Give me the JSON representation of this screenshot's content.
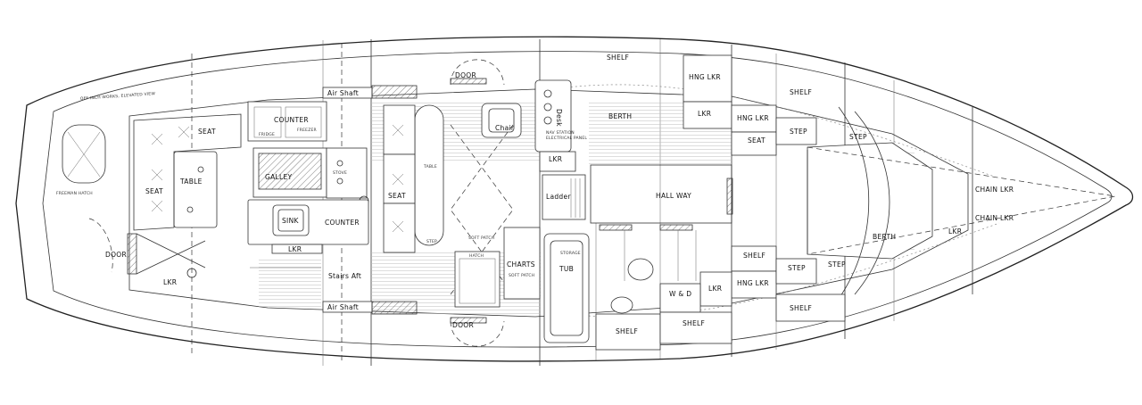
{
  "labels": {
    "door_fwd": "DOOR",
    "door_aft": "DOOR",
    "door_port": "DOOR",
    "shelf_top": "SHELF",
    "hng_lkr_1": "HNG LKR",
    "shelf_2": "SHELF",
    "air_shaft_top": "Air Shaft",
    "air_shaft_bottom": "Air Shaft",
    "counter_top": "COUNTER",
    "berth_top": "BERTH",
    "lkr_1": "LKR",
    "hng_lkr_2": "HNG LKR",
    "seat_1": "SEAT",
    "step_1": "STEP",
    "step_2": "STEP",
    "chair": "Chair",
    "seat_dinette": "SEAT",
    "table": "TABLE",
    "galley": "GALLEY",
    "seat_left": "SEAT",
    "sink": "SINK",
    "counter_2": "COUNTER",
    "seat_nav": "SEAT",
    "lkr_nav": "LKR",
    "ladder": "Ladder",
    "hall_way": "HALL WAY",
    "chain_lkr_1": "CHAIN LKR",
    "chain_lkr_2": "CHAIN LKR",
    "lkr_galley": "LKR",
    "lkr_fwd": "LKR",
    "berth_fwd": "BERTH",
    "lkr_left": "LKR",
    "stairs_aft": "Stairs Aft",
    "charts": "CHARTS",
    "tub": "TUB",
    "shelf_3": "SHELF",
    "step_3": "STEP",
    "step_4": "STEP",
    "w_d": "W & D",
    "lkr_wd": "LKR",
    "hng_lkr_3": "HNG LKR",
    "shelf_4": "SHELF",
    "shelf_5": "SHELF",
    "shelf_6": "SHELF",
    "desk": "Desk",
    "freeman_hatch": "FREEMAN HATCH",
    "nav_text": "NAV STATION",
    "fridge": "FRIDGE",
    "freezer": "FREEZER",
    "stove": "STOVE",
    "table_small": "TABLE",
    "step_small": "STEP",
    "hatch_small": "HATCH",
    "soft_patch_1": "SOFT PATCH",
    "soft_patch_2": "SOFT PATCH",
    "electrical": "ELECTRICAL PANEL",
    "storage": "STORAGE",
    "credit": "OFF INCH WORKS, ELEVATED VIEW"
  }
}
